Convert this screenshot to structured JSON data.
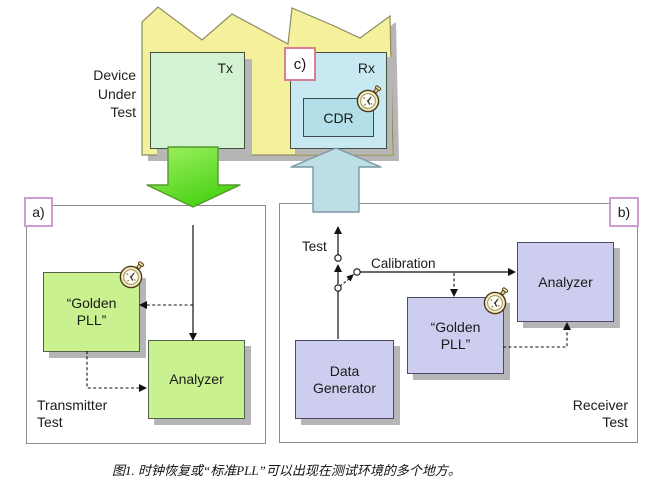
{
  "figure": {
    "dut": {
      "label_lines": [
        "Device",
        "Under",
        "Test"
      ],
      "tx": "Tx",
      "rx": "Rx",
      "cdr": "CDR",
      "tag_c": "c)"
    },
    "panel_a": {
      "tag": "a)",
      "golden_pll_lines": [
        "“Golden",
        "PLL”"
      ],
      "analyzer": "Analyzer",
      "footer_lines": [
        "Transmitter",
        "Test"
      ]
    },
    "panel_b": {
      "tag": "b)",
      "test_label": "Test",
      "calibration_label": "Calibration",
      "analyzer": "Analyzer",
      "golden_pll_lines": [
        "“Golden",
        "PLL”"
      ],
      "data_generator_lines": [
        "Data",
        "Generator"
      ],
      "footer_lines": [
        "Receiver",
        "Test"
      ]
    },
    "caption": "图1.  时钟恢复或“标准PLL”可以出现在测试环境的多个地方。"
  },
  "icons": {
    "stopwatch": "stopwatch-icon"
  },
  "colors": {
    "dut_yellow": "#f4f09c",
    "dut_outline": "#8e8d62",
    "tx_green": "#d3f2d2",
    "rx_blue": "#c9e9f2",
    "cdr_blue": "#b3dfe8",
    "component_green": "#c9f18f",
    "component_lavender": "#cdcdef",
    "arrow_green": "#55d922",
    "arrow_cyan": "#bcdfe4",
    "tag_border_ab": "#cf9ccf",
    "tag_border_c": "#d87f93",
    "shadow_grey": "#b6b6b6",
    "panel_border": "#8c8c8c"
  }
}
